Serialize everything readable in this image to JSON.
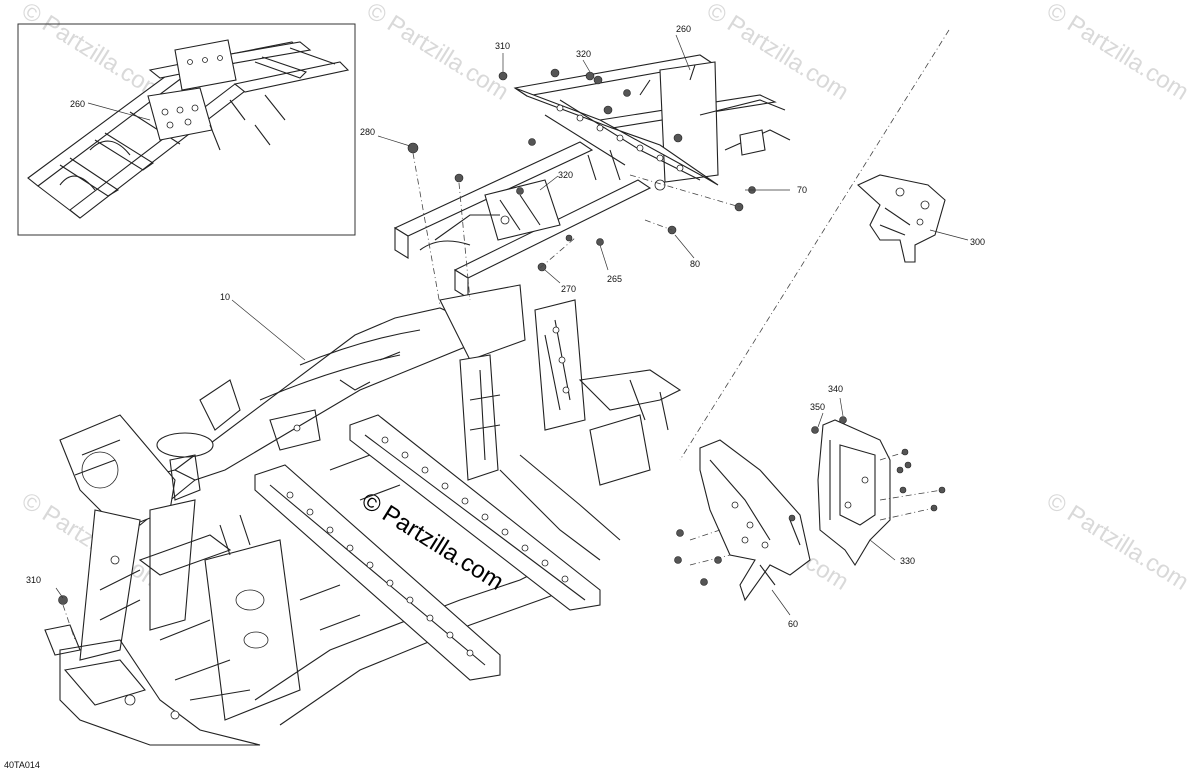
{
  "watermark": {
    "text": "© Partzilla.com",
    "center_text": "© Partzilla.com"
  },
  "diagram_code": "40TA014",
  "callouts": {
    "c10": "10",
    "c60": "60",
    "c70": "70",
    "c80": "80",
    "c260a": "260",
    "c260b": "260",
    "c265": "265",
    "c270": "270",
    "c280": "280",
    "c300": "300",
    "c310a": "310",
    "c310b": "310",
    "c320a": "320",
    "c320b": "320",
    "c330": "330",
    "c340": "340",
    "c350": "350"
  }
}
